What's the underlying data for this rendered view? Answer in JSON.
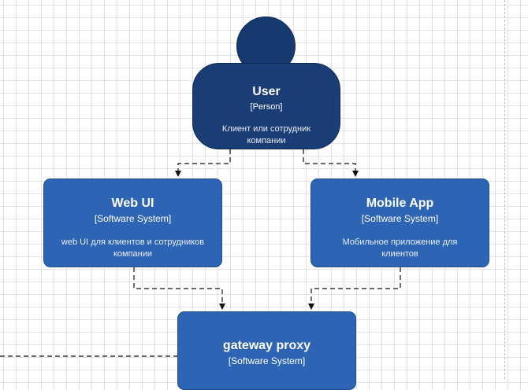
{
  "nodes": {
    "user": {
      "title": "User",
      "type": "[Person]",
      "description": "Клиент или сотрудник компании"
    },
    "web_ui": {
      "title": "Web UI",
      "type": "[Software System]",
      "description": "web UI для клиентов и сотрудников компании"
    },
    "mobile_app": {
      "title": "Mobile App",
      "type": "[Software System]",
      "description": "Мобильное приложение для клиентов"
    },
    "gateway_proxy": {
      "title": "gateway proxy",
      "type": "[Software System]"
    }
  },
  "edges": [
    {
      "from": "User",
      "to": "Web UI",
      "style": "dashed"
    },
    {
      "from": "User",
      "to": "Mobile App",
      "style": "dashed"
    },
    {
      "from": "Web UI",
      "to": "gateway proxy",
      "style": "dashed"
    },
    {
      "from": "Mobile App",
      "to": "gateway proxy",
      "style": "dashed"
    }
  ],
  "colors": {
    "person": "#193d74",
    "software_system": "#2d65b4",
    "connector": "#111111",
    "grid": "#e3e3e3"
  }
}
